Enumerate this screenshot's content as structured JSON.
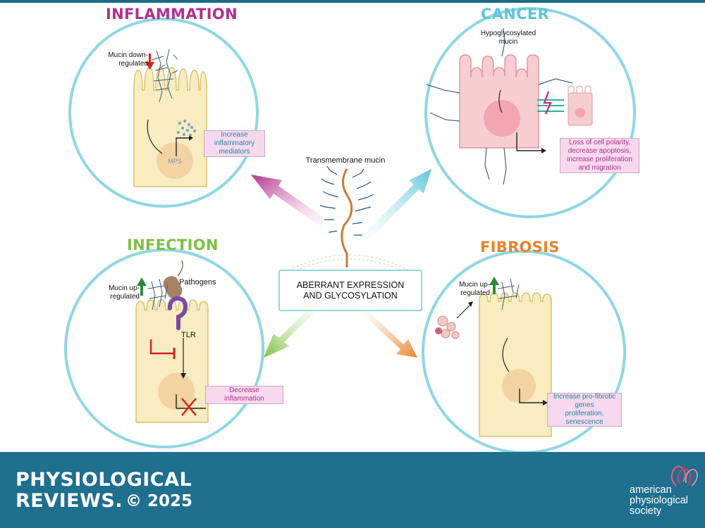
{
  "panels": {
    "inflammation": {
      "title": "INFLAMMATION",
      "mucin_note": [
        "Mucin down-",
        "regulated"
      ],
      "nucleus": "MPS",
      "effect": [
        "Increase",
        "inflammatory",
        "mediators"
      ]
    },
    "cancer": {
      "title": "CANCER",
      "mucin_note": [
        "Hypoglycosylated",
        "mucin"
      ],
      "effect": [
        "Loss of cell polarity,",
        "decrease apoptosis,",
        "increase proliferation",
        "and migration"
      ]
    },
    "infection": {
      "title": "INFECTION",
      "mucin_note": [
        "Mucin up-",
        "regulated"
      ],
      "pathogens": "Pathogens",
      "tlr": "TLR",
      "effect": [
        "Decrease",
        "inflammation"
      ]
    },
    "fibrosis": {
      "title": "FIBROSIS",
      "mucin_note": [
        "Mucin up-",
        "regulated"
      ],
      "effect": [
        "Increase pro-fibrotic",
        "genes",
        "proliferation,",
        "senescence"
      ]
    }
  },
  "center": {
    "mucin_label": "Transmembrane mucin",
    "box_line1": "ABERRANT EXPRESSION",
    "box_line2": "AND GLYCOSYLATION"
  },
  "footer": {
    "journal_line1": "PHYSIOLOGICAL",
    "journal_line2": "REVIEWS.",
    "copyright": "© 2025",
    "society_line1": "american",
    "society_line2": "physiological",
    "society_line3": "society"
  },
  "colors": {
    "inflammation": "#b0308c",
    "cancer": "#5cc6d8",
    "infection": "#7bc043",
    "fibrosis": "#e8832a",
    "footer": "#1f6f8e",
    "circle_stroke": "#8fd6e4",
    "cell_fill": "#f8ecc0",
    "cancer_cell_fill": "#f8cdd0"
  }
}
